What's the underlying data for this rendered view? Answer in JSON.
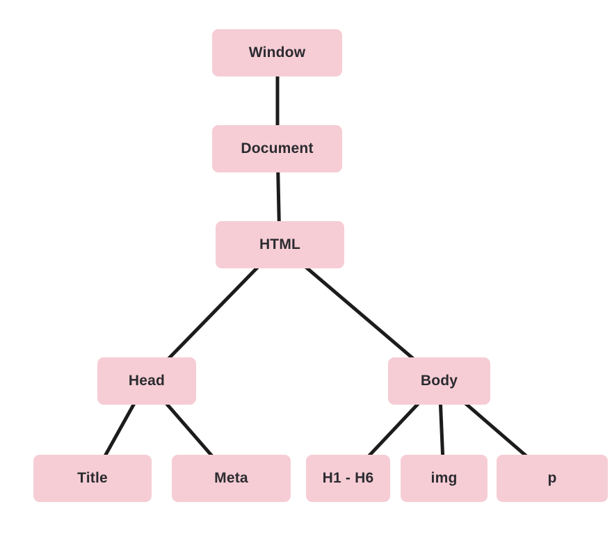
{
  "diagram": {
    "type": "tree",
    "description": "DOM tree hierarchy diagram",
    "nodes": {
      "window": {
        "label": "Window"
      },
      "document": {
        "label": "Document"
      },
      "html": {
        "label": "HTML"
      },
      "head": {
        "label": "Head"
      },
      "body": {
        "label": "Body"
      },
      "title": {
        "label": "Title"
      },
      "meta": {
        "label": "Meta"
      },
      "h1h6": {
        "label": "H1 - H6"
      },
      "img": {
        "label": "img"
      },
      "p": {
        "label": "p"
      }
    },
    "edges": [
      {
        "from": "Window",
        "to": "Document"
      },
      {
        "from": "Document",
        "to": "HTML"
      },
      {
        "from": "HTML",
        "to": "Head"
      },
      {
        "from": "HTML",
        "to": "Body"
      },
      {
        "from": "Head",
        "to": "Title"
      },
      {
        "from": "Head",
        "to": "Meta"
      },
      {
        "from": "Body",
        "to": "H1 - H6"
      },
      {
        "from": "Body",
        "to": "img"
      },
      {
        "from": "Body",
        "to": "p"
      }
    ],
    "colors": {
      "node_fill": "#f6cdd5",
      "edge": "#1c1c1c",
      "text": "#2b2b30",
      "background": "#ffffff"
    }
  }
}
